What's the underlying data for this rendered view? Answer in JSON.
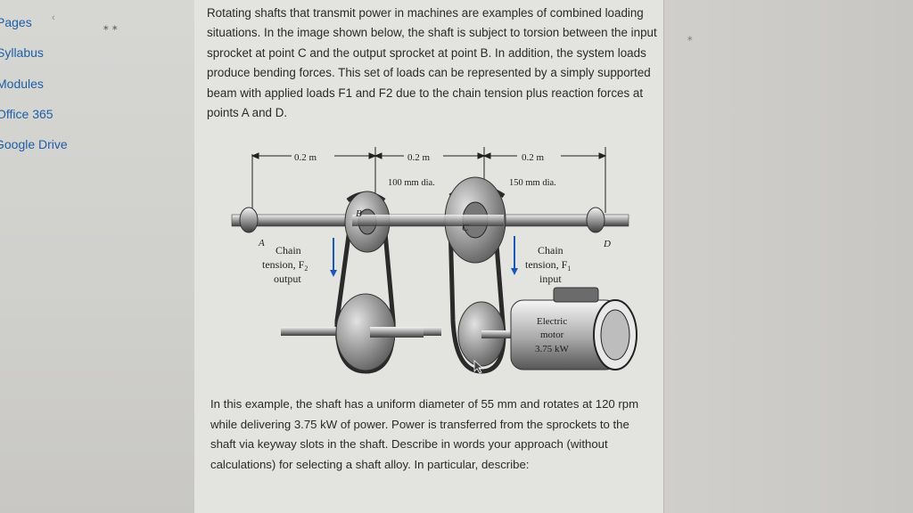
{
  "sidebar": {
    "items": [
      {
        "label": "Pages"
      },
      {
        "label": "Syllabus"
      },
      {
        "label": "Modules"
      },
      {
        "label": "Office 365"
      },
      {
        "label": "Google Drive"
      }
    ]
  },
  "question": {
    "intro": "Rotating shafts that transmit power in machines are examples of combined loading situations. In the image shown below, the shaft is subject to torsion between the input sprocket at point C and the output sprocket at point B. In addition, the system loads produce bending forces. This set of loads can be represented by a simply supported beam with applied loads F1 and F2 due to the chain tension plus reaction forces at points A and D.",
    "followup": "In this example, the shaft has a uniform diameter of 55 mm and rotates at 120 rpm while delivering 3.75 kW of power. Power is transferred from the sprockets to the shaft via keyway slots in the shaft. Describe in words your approach (without calculations) for selecting a shaft alloy. In particular, describe:"
  },
  "figure": {
    "dim1": "0.2 m",
    "dim2": "0.2 m",
    "dim3": "0.2 m",
    "dia_b": "100 mm dia.",
    "dia_c": "150 mm dia.",
    "point_a": "A",
    "point_b": "B",
    "point_c": "C",
    "point_d": "D",
    "chain_left_1": "Chain",
    "chain_left_2": "tension, F",
    "chain_left_sub": "2",
    "chain_left_3": "output",
    "chain_right_1": "Chain",
    "chain_right_2": "tension, F",
    "chain_right_sub": "1",
    "chain_right_3": "input",
    "motor_1": "Electric",
    "motor_2": "motor",
    "motor_3": "3.75 kW"
  }
}
